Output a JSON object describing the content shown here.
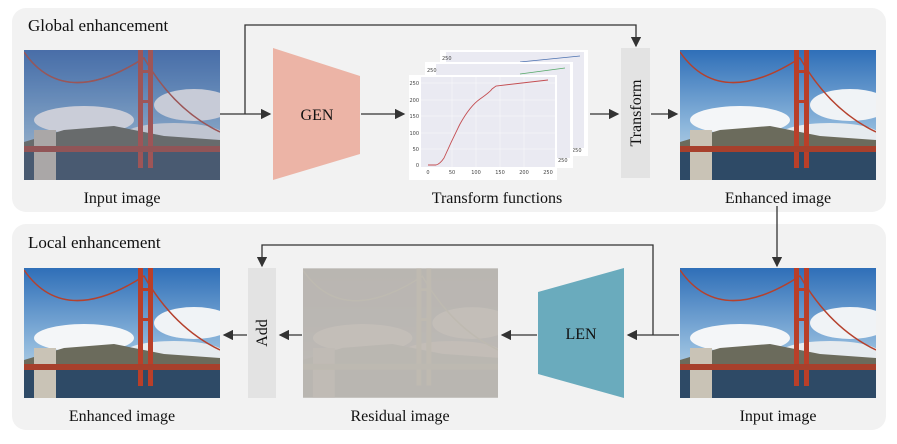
{
  "global": {
    "title": "Global enhancement",
    "input_label": "Input image",
    "gen_label": "GEN",
    "transform_functions_label": "Transform functions",
    "transform_label": "Transform",
    "enhanced_label": "Enhanced image"
  },
  "local": {
    "title": "Local enhancement",
    "enhanced_label": "Enhanced image",
    "add_label": "Add",
    "residual_label": "Residual image",
    "len_label": "LEN",
    "input_label": "Input image"
  },
  "plot": {
    "y_ticks": [
      "0",
      "50",
      "100",
      "150",
      "200",
      "250"
    ],
    "x_ticks": [
      "0",
      "50",
      "100",
      "150",
      "200",
      "250"
    ],
    "back_tick": "250",
    "series_colors": [
      "#c44e52",
      "#55a868",
      "#4c72b0"
    ]
  },
  "colors": {
    "gen": "#ecb4a6",
    "len": "#6aabbd",
    "panel": "#f2f2f2",
    "box": "#e3e3e3"
  }
}
